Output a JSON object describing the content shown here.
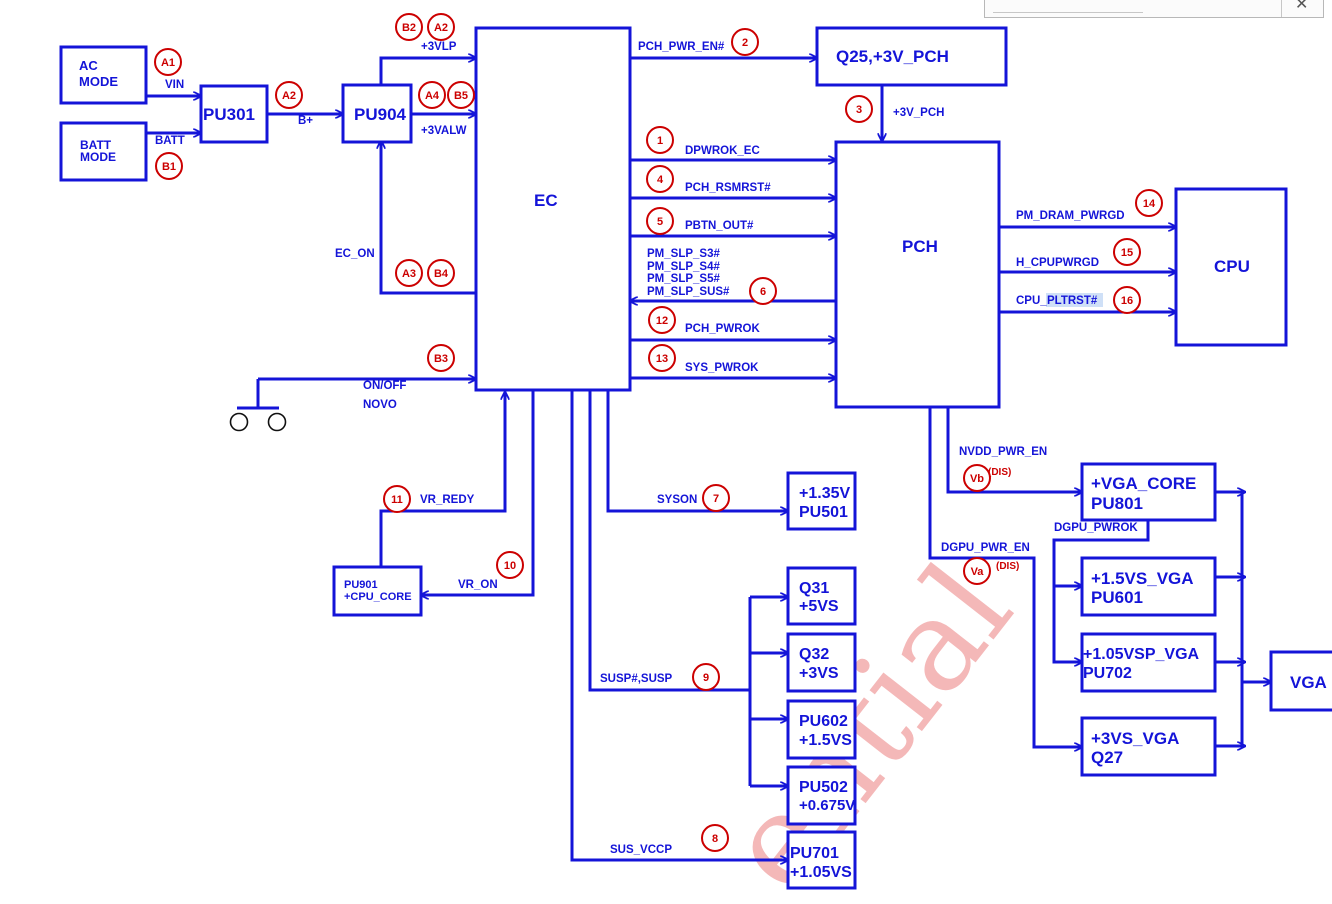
{
  "blocks": {
    "ac_mode": [
      "AC",
      "MODE"
    ],
    "batt_mode": [
      "BATT",
      "MODE"
    ],
    "pu301": "PU301",
    "pu904": "PU904",
    "ec": "EC",
    "q25": "Q25,+3V_PCH",
    "pch": "PCH",
    "cpu": "CPU",
    "pu901": [
      "PU901",
      "+CPU_CORE"
    ],
    "pu501": [
      "+1.35V",
      "PU501"
    ],
    "q31": [
      "Q31",
      "+5VS"
    ],
    "q32": [
      "Q32",
      "+3VS"
    ],
    "pu602": [
      "PU602",
      "+1.5VS"
    ],
    "pu502": [
      "PU502",
      "+0.675V"
    ],
    "pu701": [
      "PU701",
      "+1.05VS"
    ],
    "pu801": [
      "+VGA_CORE",
      "PU801"
    ],
    "pu601": [
      "+1.5VS_VGA",
      "PU601"
    ],
    "pu702": [
      "+1.05VSP_VGA",
      "PU702"
    ],
    "q27": [
      "+3VS_VGA",
      "Q27"
    ],
    "vga": "VGA"
  },
  "signals": {
    "vin": "VIN",
    "batt": "BATT",
    "bplus": "B+",
    "v3vlp": "+3VLP",
    "v3valw": "+3VALW",
    "ec_on": "EC_ON",
    "onoff": "ON/OFF",
    "novo": "NOVO",
    "pch_pwr_en": "PCH_PWR_EN#",
    "v3v_pch": "+3V_PCH",
    "dpwrok_ec": "DPWROK_EC",
    "pch_rsmrst": "PCH_RSMRST#",
    "pbtn_out": "PBTN_OUT#",
    "slp_s3": "PM_SLP_S3#",
    "slp_s4": "PM_SLP_S4#",
    "slp_s5": "PM_SLP_S5#",
    "slp_sus": "PM_SLP_SUS#",
    "pch_pwrok": "PCH_PWROK",
    "sys_pwrok": "SYS_PWROK",
    "pm_dram_pwrgd": "PM_DRAM_PWRGD",
    "h_cpupwrgd": "H_CPUPWRGD",
    "cpu_pltrst_a": "CPU_",
    "cpu_pltrst_b": "PLTRST#",
    "vr_redy": "VR_REDY",
    "vr_on": "VR_ON",
    "syson": "SYSON",
    "susp": "SUSP#,SUSP",
    "sus_vccp": "SUS_VCCP",
    "nvdd_pwr_en": "NVDD_PWR_EN",
    "dgpu_pwr_en": "DGPU_PWR_EN",
    "dgpu_pwrok": "DGPU_PWROK",
    "dis": "(DIS)"
  },
  "markers": {
    "a1": "A1",
    "a2": "A2",
    "a2b": "A2",
    "b1": "B1",
    "b2": "B2",
    "a3": "A3",
    "a4": "A4",
    "b3": "B3",
    "b4": "B4",
    "b5": "B5",
    "m1": "1",
    "m2": "2",
    "m3": "3",
    "m4": "4",
    "m5": "5",
    "m6": "6",
    "m7": "7",
    "m8": "8",
    "m9": "9",
    "m10": "10",
    "m11": "11",
    "m12": "12",
    "m13": "13",
    "m14": "14",
    "m15": "15",
    "m16": "16",
    "vb": "Vb",
    "va": "Va"
  },
  "watermark": "ential",
  "colors": {
    "line": "#1414d8",
    "marker": "#cc0000",
    "highlight": "#cfe0f7",
    "watermark": "#f4b8b8"
  }
}
